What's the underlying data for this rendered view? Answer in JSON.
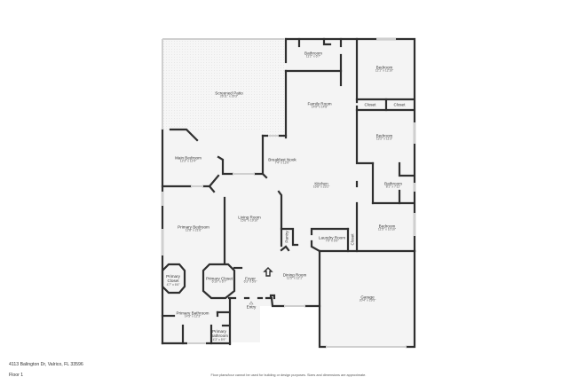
{
  "plan": {
    "floor_label": "Floor 1",
    "address": "4113 Balington Dr, Valrico, FL 33596",
    "disclaimer": "Floor plans/tour cannot be used for building or design purposes. Sizes and dimensions are approximate.",
    "colors": {
      "wall": "#2f2f2f",
      "window": "#cfcfcf",
      "floor": "#f4f4f4",
      "patio_pattern": "#e9e9e9",
      "background": "#ffffff"
    },
    "rooms": [
      {
        "name": "Screened Patio",
        "dims": "26'11\" x 29'3\""
      },
      {
        "name": "Bathroom",
        "dims": "11'2\" x 6'7\""
      },
      {
        "name": "Bedroom",
        "dims": "12'1\" x 12'10\""
      },
      {
        "name": "Closet",
        "dims": ""
      },
      {
        "name": "Closet",
        "dims": ""
      },
      {
        "name": "Family Room",
        "dims": "14'9\" x 14'8\""
      },
      {
        "name": "Bedroom",
        "dims": "12'2\" x 11'3\""
      },
      {
        "name": "Main Bedroom",
        "dims": "12'3\" x 12'4\""
      },
      {
        "name": "Breakfast Nook",
        "dims": "7'4\" x 12'0\""
      },
      {
        "name": "Kitchen",
        "dims": "16'8\" x 23'2\""
      },
      {
        "name": "Bathroom",
        "dims": "8'1\" x 7'11\""
      },
      {
        "name": "Living Room",
        "dims": "15'6\" x 19'10\""
      },
      {
        "name": "Primary Bedroom",
        "dims": "12'8\" x 21'6\""
      },
      {
        "name": "Bedroom",
        "dims": "11'5\" x 10'10\""
      },
      {
        "name": "Laundry Room",
        "dims": "7'9\" x 5'9\""
      },
      {
        "name": "Pantry",
        "dims": ""
      },
      {
        "name": "Closet",
        "dims": ""
      },
      {
        "name": "Primary Closet",
        "dims": "4'7\" x 6'6\""
      },
      {
        "name": "Primary Closet",
        "dims": "6'10\" x 6'7\""
      },
      {
        "name": "Foyer",
        "dims": "6'3\" x 5'9\""
      },
      {
        "name": "Dining Room",
        "dims": "11'5\" x 12'1\""
      },
      {
        "name": "Garage",
        "dims": "20'4\" x 19'5\""
      },
      {
        "name": "Primary Bathroom",
        "dims": "14'3\" x 12'3\""
      },
      {
        "name": "Primary Bathroom",
        "dims": "4'3\" x 5'9\""
      },
      {
        "name": "Entry",
        "dims": ""
      }
    ]
  }
}
